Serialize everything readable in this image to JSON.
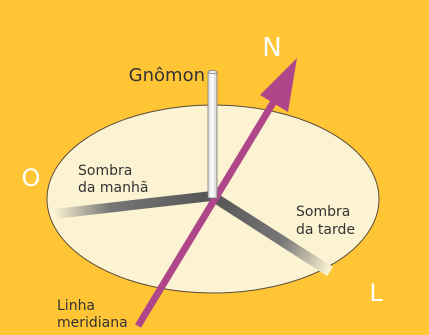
{
  "diagram": {
    "gnomon_label": "Gnômon",
    "compass": {
      "north": "N",
      "west": "O",
      "east": "L"
    },
    "morning_shadow_label": [
      "Sombra",
      "da manhã"
    ],
    "afternoon_shadow_label": [
      "Sombra",
      "da tarde"
    ],
    "meridian_label": [
      "Linha",
      "meridiana"
    ]
  },
  "colors": {
    "background": "#FFC535",
    "dial_face": "#FCF3D2",
    "meridian_arrow": "#B0468A",
    "shadow": "#555555",
    "gnomon": "#F4F4F4",
    "compass_letters": "#FFFFFF"
  }
}
